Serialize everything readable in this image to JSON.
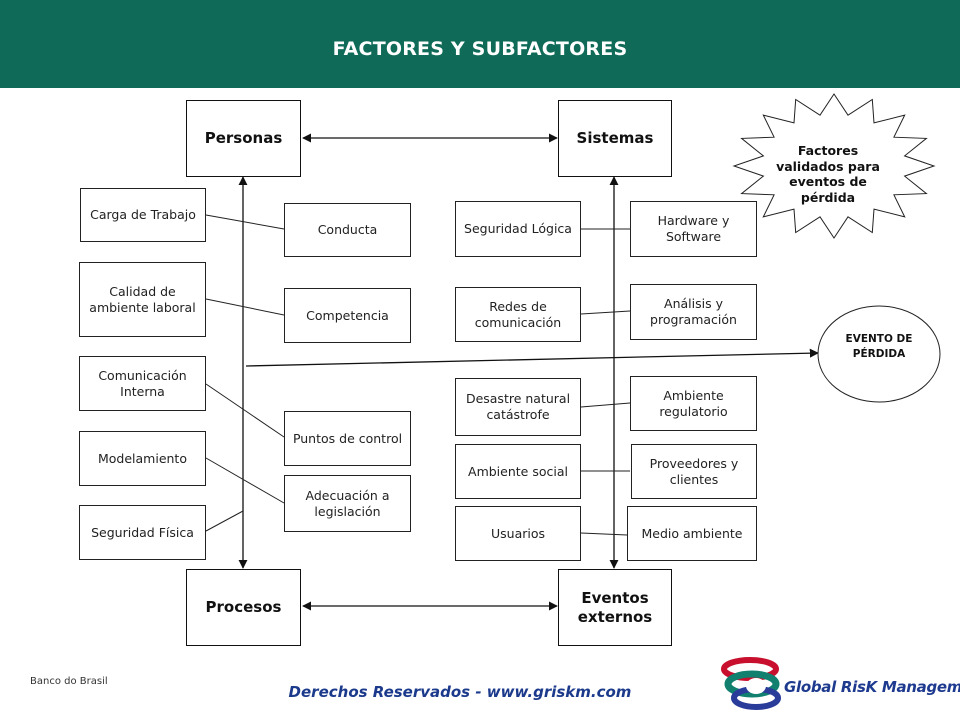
{
  "header": {
    "title": "FACTORES Y SUBFACTORES"
  },
  "main_nodes": {
    "personas": "Personas",
    "sistemas": "Sistemas",
    "procesos": "Procesos",
    "eventos_externos": "Eventos externos"
  },
  "personas_factors": [
    "Carga de Trabajo",
    "Calidad de ambiente laboral",
    "Comunicación Interna",
    "Modelamiento",
    "Seguridad Física"
  ],
  "procesos_factors": [
    "Conducta",
    "Competencia",
    "Puntos de control",
    "Adecuación a legislación"
  ],
  "sistemas_left": [
    "Seguridad Lógica",
    "Redes de comunicación",
    "Desastre natural catástrofe",
    "Ambiente social",
    "Usuarios"
  ],
  "sistemas_right": [
    "Hardware y Software",
    "Análisis y programación",
    "Ambiente regulatorio",
    "Proveedores y clientes",
    "Medio ambiente"
  ],
  "starburst": {
    "text": "Factores validados para eventos de pérdida"
  },
  "event": {
    "text": "EVENTO DE PÉRDIDA"
  },
  "footer": {
    "source": "Banco do Brasil",
    "copyright": "Derechos Reservados - www.griskm.com",
    "logo_text": "Global RisK Management"
  },
  "colors": {
    "header": "#0f6b58",
    "copyright": "#1b3a8c"
  }
}
